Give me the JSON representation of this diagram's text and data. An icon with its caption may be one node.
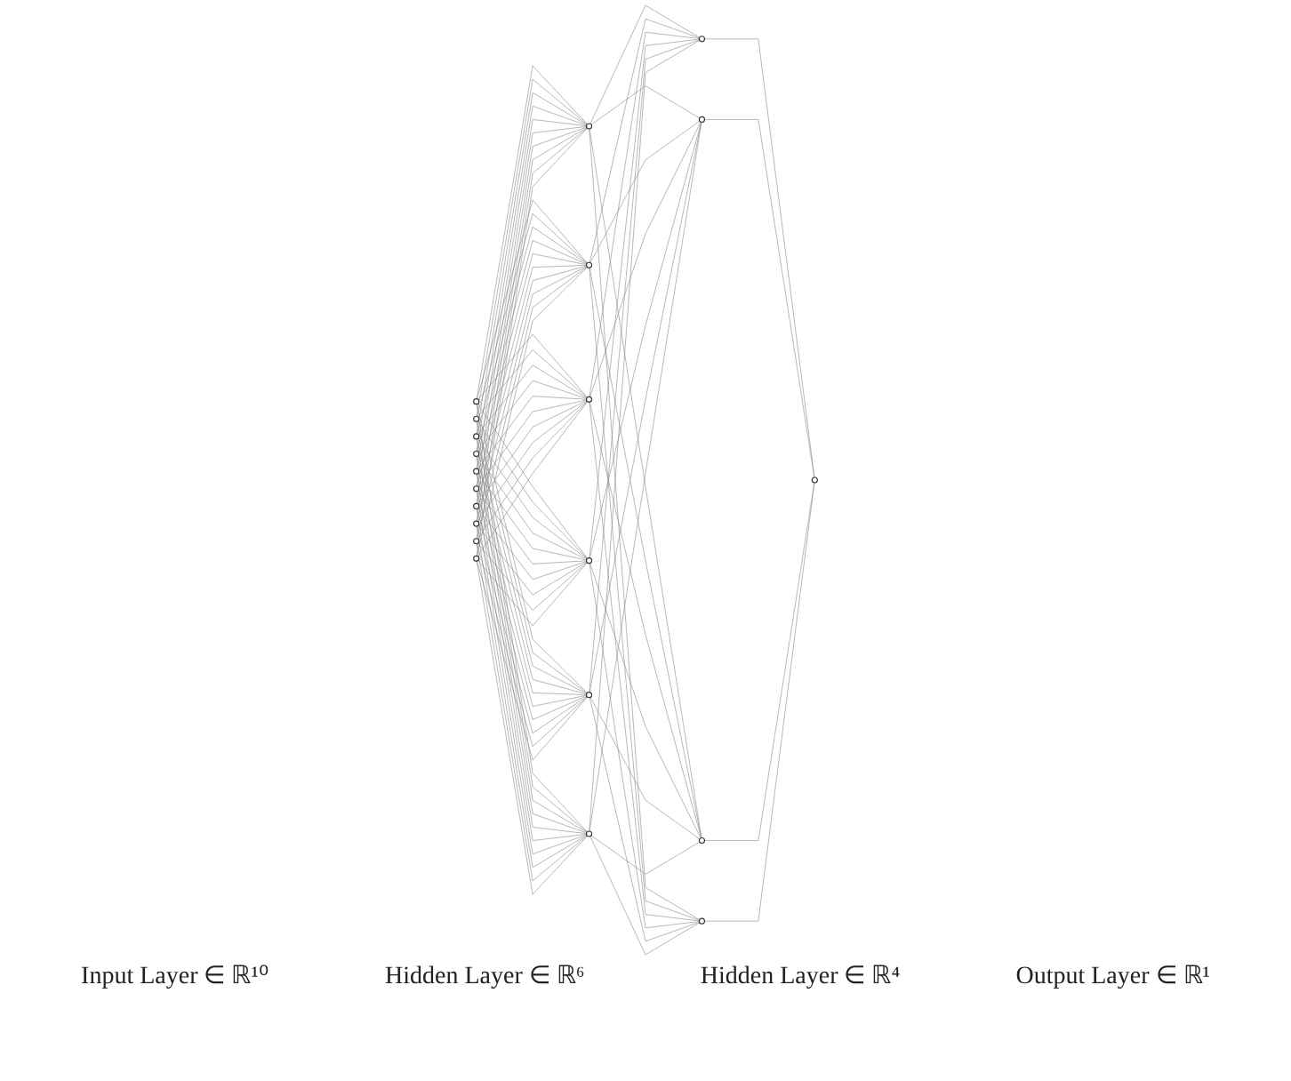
{
  "diagram": {
    "nodes": [
      {
        "text": [],
        "shape": "circle"
      },
      {
        "text": [],
        "shape": "circle"
      },
      {
        "text": [],
        "shape": "circle"
      },
      {
        "text": [],
        "shape": "circle"
      },
      {
        "text": [],
        "shape": "circle"
      },
      {
        "text": [],
        "shape": "circle"
      },
      {
        "text": [],
        "shape": "circle"
      },
      {
        "text": [],
        "shape": "circle"
      },
      {
        "text": [],
        "shape": "circle"
      },
      {
        "text": [],
        "shape": "circle"
      },
      {
        "text": [],
        "shape": "circle"
      },
      {
        "text": [],
        "shape": "circle"
      },
      {
        "text": [],
        "shape": "circle"
      },
      {
        "text": [],
        "shape": "circle"
      },
      {
        "text": [],
        "shape": "circle"
      },
      {
        "text": [],
        "shape": "circle"
      },
      {
        "text": [],
        "shape": "circle"
      },
      {
        "text": [],
        "shape": "circle"
      },
      {
        "text": [],
        "shape": "circle"
      },
      {
        "text": [],
        "shape": "circle"
      },
      {
        "text": [],
        "shape": "circle"
      }
    ],
    "edges": [
      {
        "from": 0,
        "to": 10,
        "arrow": "none"
      },
      {
        "from": 0,
        "to": 11,
        "arrow": "none"
      },
      {
        "from": 0,
        "to": 12,
        "arrow": "none"
      },
      {
        "from": 0,
        "to": 13,
        "arrow": "none"
      },
      {
        "from": 0,
        "to": 14,
        "arrow": "none"
      },
      {
        "from": 0,
        "to": 15,
        "arrow": "none"
      },
      {
        "from": 1,
        "to": 10,
        "arrow": "none"
      },
      {
        "from": 1,
        "to": 11,
        "arrow": "none"
      },
      {
        "from": 1,
        "to": 12,
        "arrow": "none"
      },
      {
        "from": 1,
        "to": 13,
        "arrow": "none"
      },
      {
        "from": 1,
        "to": 14,
        "arrow": "none"
      },
      {
        "from": 1,
        "to": 15,
        "arrow": "none"
      },
      {
        "from": 2,
        "to": 10,
        "arrow": "none"
      },
      {
        "from": 2,
        "to": 11,
        "arrow": "none"
      },
      {
        "from": 2,
        "to": 12,
        "arrow": "none"
      },
      {
        "from": 2,
        "to": 13,
        "arrow": "none"
      },
      {
        "from": 2,
        "to": 14,
        "arrow": "none"
      },
      {
        "from": 2,
        "to": 15,
        "arrow": "none"
      },
      {
        "from": 3,
        "to": 10,
        "arrow": "none"
      },
      {
        "from": 3,
        "to": 11,
        "arrow": "none"
      },
      {
        "from": 3,
        "to": 12,
        "arrow": "none"
      },
      {
        "from": 3,
        "to": 13,
        "arrow": "none"
      },
      {
        "from": 3,
        "to": 14,
        "arrow": "none"
      },
      {
        "from": 3,
        "to": 15,
        "arrow": "none"
      },
      {
        "from": 4,
        "to": 10,
        "arrow": "none"
      },
      {
        "from": 4,
        "to": 11,
        "arrow": "none"
      },
      {
        "from": 4,
        "to": 12,
        "arrow": "none"
      },
      {
        "from": 4,
        "to": 13,
        "arrow": "none"
      },
      {
        "from": 4,
        "to": 14,
        "arrow": "none"
      },
      {
        "from": 4,
        "to": 15,
        "arrow": "none"
      },
      {
        "from": 5,
        "to": 10,
        "arrow": "none"
      },
      {
        "from": 5,
        "to": 11,
        "arrow": "none"
      },
      {
        "from": 5,
        "to": 12,
        "arrow": "none"
      },
      {
        "from": 5,
        "to": 13,
        "arrow": "none"
      },
      {
        "from": 5,
        "to": 14,
        "arrow": "none"
      },
      {
        "from": 5,
        "to": 15,
        "arrow": "none"
      },
      {
        "from": 6,
        "to": 10,
        "arrow": "none"
      },
      {
        "from": 6,
        "to": 11,
        "arrow": "none"
      },
      {
        "from": 6,
        "to": 12,
        "arrow": "none"
      },
      {
        "from": 6,
        "to": 13,
        "arrow": "none"
      },
      {
        "from": 6,
        "to": 14,
        "arrow": "none"
      },
      {
        "from": 6,
        "to": 15,
        "arrow": "none"
      },
      {
        "from": 7,
        "to": 10,
        "arrow": "none"
      },
      {
        "from": 7,
        "to": 11,
        "arrow": "none"
      },
      {
        "from": 7,
        "to": 12,
        "arrow": "none"
      },
      {
        "from": 7,
        "to": 13,
        "arrow": "none"
      },
      {
        "from": 7,
        "to": 14,
        "arrow": "none"
      },
      {
        "from": 7,
        "to": 15,
        "arrow": "none"
      },
      {
        "from": 8,
        "to": 10,
        "arrow": "none"
      },
      {
        "from": 8,
        "to": 11,
        "arrow": "none"
      },
      {
        "from": 8,
        "to": 12,
        "arrow": "none"
      },
      {
        "from": 8,
        "to": 13,
        "arrow": "none"
      },
      {
        "from": 8,
        "to": 14,
        "arrow": "none"
      },
      {
        "from": 8,
        "to": 15,
        "arrow": "none"
      },
      {
        "from": 9,
        "to": 10,
        "arrow": "none"
      },
      {
        "from": 9,
        "to": 11,
        "arrow": "none"
      },
      {
        "from": 9,
        "to": 12,
        "arrow": "none"
      },
      {
        "from": 9,
        "to": 13,
        "arrow": "none"
      },
      {
        "from": 9,
        "to": 14,
        "arrow": "none"
      },
      {
        "from": 9,
        "to": 15,
        "arrow": "none"
      },
      {
        "from": 10,
        "to": 16,
        "arrow": "none"
      },
      {
        "from": 10,
        "to": 17,
        "arrow": "none"
      },
      {
        "from": 10,
        "to": 18,
        "arrow": "none"
      },
      {
        "from": 10,
        "to": 19,
        "arrow": "none"
      },
      {
        "from": 11,
        "to": 16,
        "arrow": "none"
      },
      {
        "from": 11,
        "to": 17,
        "arrow": "none"
      },
      {
        "from": 11,
        "to": 18,
        "arrow": "none"
      },
      {
        "from": 11,
        "to": 19,
        "arrow": "none"
      },
      {
        "from": 12,
        "to": 16,
        "arrow": "none"
      },
      {
        "from": 12,
        "to": 17,
        "arrow": "none"
      },
      {
        "from": 12,
        "to": 18,
        "arrow": "none"
      },
      {
        "from": 12,
        "to": 19,
        "arrow": "none"
      },
      {
        "from": 13,
        "to": 16,
        "arrow": "none"
      },
      {
        "from": 13,
        "to": 17,
        "arrow": "none"
      },
      {
        "from": 13,
        "to": 18,
        "arrow": "none"
      },
      {
        "from": 13,
        "to": 19,
        "arrow": "none"
      },
      {
        "from": 14,
        "to": 16,
        "arrow": "none"
      },
      {
        "from": 14,
        "to": 17,
        "arrow": "none"
      },
      {
        "from": 14,
        "to": 18,
        "arrow": "none"
      },
      {
        "from": 14,
        "to": 19,
        "arrow": "none"
      },
      {
        "from": 15,
        "to": 16,
        "arrow": "none"
      },
      {
        "from": 15,
        "to": 17,
        "arrow": "none"
      },
      {
        "from": 15,
        "to": 18,
        "arrow": "none"
      },
      {
        "from": 15,
        "to": 19,
        "arrow": "none"
      },
      {
        "from": 16,
        "to": 20,
        "arrow": "none"
      },
      {
        "from": 17,
        "to": 20,
        "arrow": "none"
      },
      {
        "from": 18,
        "to": 20,
        "arrow": "none"
      },
      {
        "from": 19,
        "to": 20,
        "arrow": "none"
      }
    ],
    "labels": [
      "Input Layer ∈ ℝ¹⁰",
      "Hidden Layer ∈ ℝ⁶",
      "Hidden Layer ∈ ℝ⁴",
      "Output Layer ∈ ℝ¹"
    ]
  }
}
